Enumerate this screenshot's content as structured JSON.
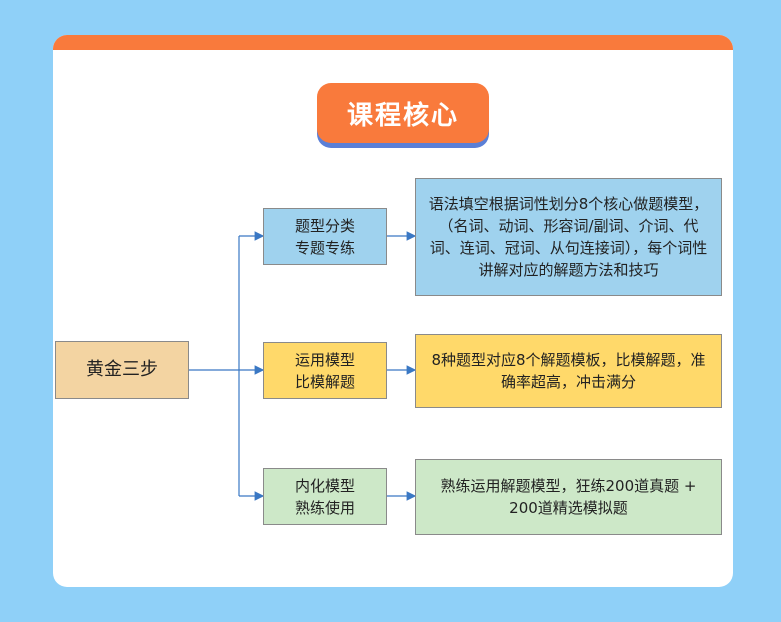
{
  "title": "课程核心",
  "root": "黄金三步",
  "steps": [
    {
      "label_line1": "题型分类",
      "label_line2": "专题专练",
      "description": "语法填空根据词性划分8个核心做题模型，（名词、动词、形容词/副词、介词、代词、连词、冠词、从句连接词），每个词性讲解对应的解题方法和技巧"
    },
    {
      "label_line1": "运用模型",
      "label_line2": "比模解题",
      "description": "8种题型对应8个解题模板，比模解题，准确率超高，冲击满分"
    },
    {
      "label_line1": "内化模型",
      "label_line2": "熟练使用",
      "description": "熟练运用解题模型，狂练200道真题 + 200道精选模拟题"
    }
  ],
  "colors": {
    "background": "#8fd0f8",
    "accent_orange": "#f97a3c",
    "accent_shadow_blue": "#5b7fd6",
    "step1_blue": "#9fd2ee",
    "step2_yellow": "#ffd96a",
    "step3_green": "#cde8c8",
    "root_tan": "#f3d4a2",
    "connector": "#3a78c4"
  }
}
